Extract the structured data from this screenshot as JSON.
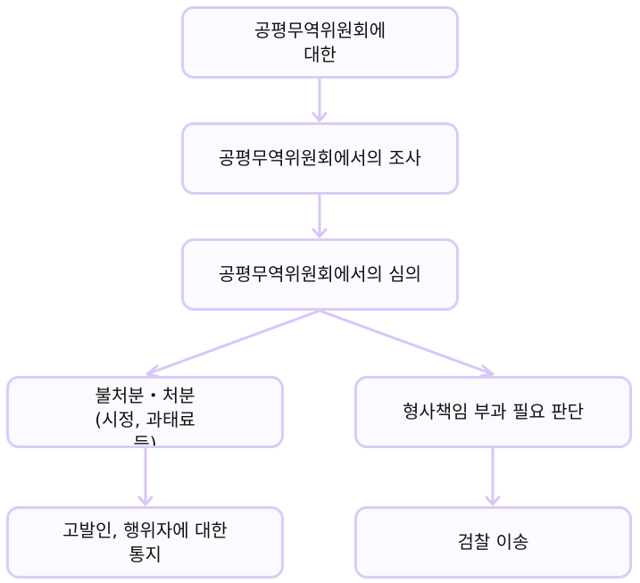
{
  "diagram": {
    "type": "flowchart",
    "colors": {
      "border": "#dccbf6",
      "fill": "#fbfaff",
      "edge": "#d9c6f7",
      "text": "#111111"
    },
    "nodes": [
      {
        "id": "n1",
        "lines": [
          "공평무역위원회에",
          "대한"
        ]
      },
      {
        "id": "n2",
        "lines": [
          "공평무역위원회에서의 조사"
        ]
      },
      {
        "id": "n3",
        "lines": [
          "공평무역위원회에서의 심의"
        ]
      },
      {
        "id": "n4",
        "lines": [
          "불처분・처분",
          "(시정, 과태료",
          "등)"
        ]
      },
      {
        "id": "n5",
        "lines": [
          "형사책임 부과 필요 판단"
        ]
      },
      {
        "id": "n6",
        "lines": [
          "고발인, 행위자에 대한",
          "통지"
        ]
      },
      {
        "id": "n7",
        "lines": [
          "검찰 이송"
        ]
      }
    ],
    "edges": [
      {
        "from": "n1",
        "to": "n2"
      },
      {
        "from": "n2",
        "to": "n3"
      },
      {
        "from": "n3",
        "to": "n4"
      },
      {
        "from": "n3",
        "to": "n5"
      },
      {
        "from": "n4",
        "to": "n6"
      },
      {
        "from": "n5",
        "to": "n7"
      }
    ]
  }
}
